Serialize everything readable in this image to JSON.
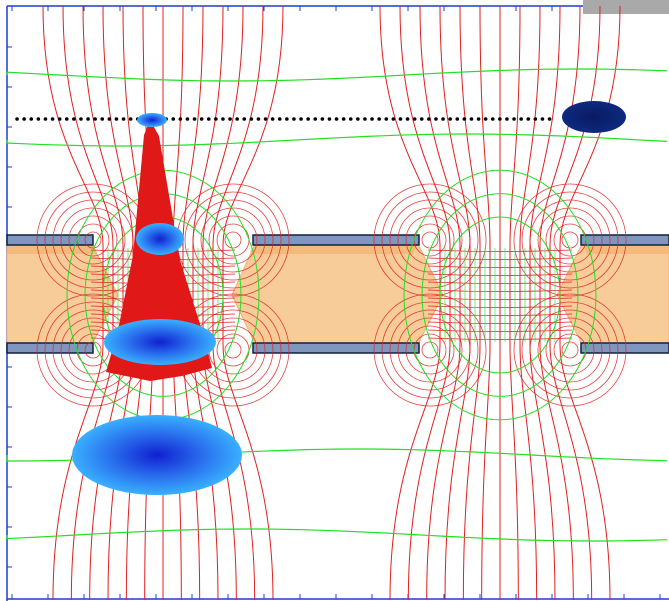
{
  "colors": {
    "background": "#ffffff",
    "frame": "#1a3fd0",
    "field_line": "#e02020",
    "equipotential": "#22e022",
    "dielectric": "#f8cc98",
    "dielectric_edge": "#f2b070",
    "electrode": "#7f97bf",
    "electrode_edge": "#102040",
    "drift_cone": "#e01818",
    "cloud_light": "#39b0ff",
    "cloud_dark": "#1020d0",
    "cloud_ion": "#071a58",
    "dotted_line": "#000000",
    "corner_patch": "#a9a9a9"
  },
  "diagram": {
    "title": "",
    "layers": [
      "upper-electrode",
      "dielectric",
      "lower-electrode"
    ],
    "holes": 2,
    "clouds": 4
  }
}
